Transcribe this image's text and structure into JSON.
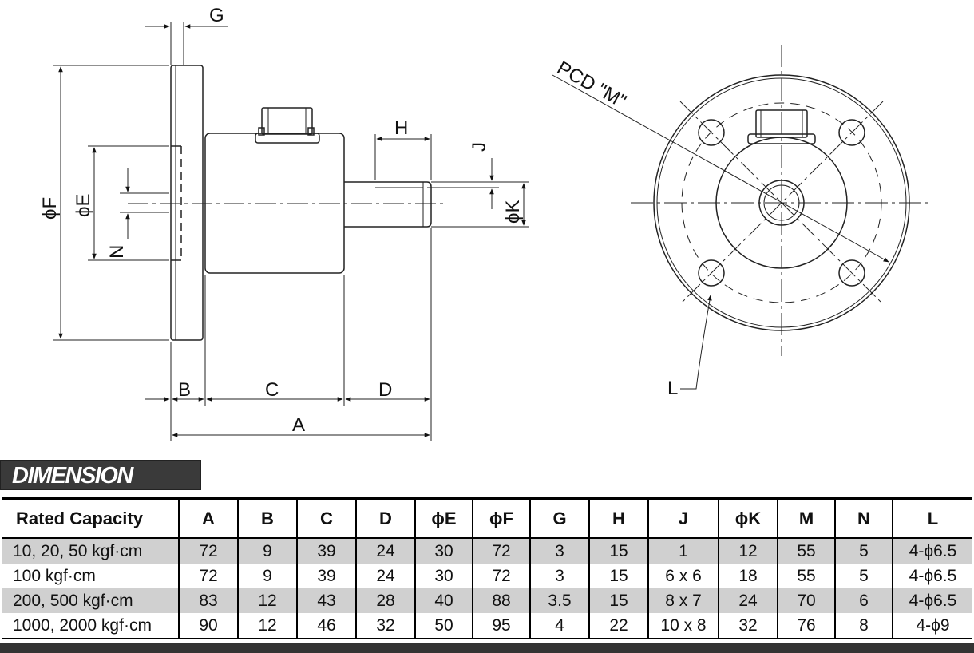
{
  "drawing": {
    "side_view_labels": {
      "g": "G",
      "f": "ϕF",
      "e": "ϕE",
      "n": "N",
      "h": "H",
      "j": "J",
      "k": "ϕK",
      "a": "A",
      "b": "B",
      "c": "C",
      "d": "D"
    },
    "front_view_labels": {
      "pcd": "PCD \"M\"",
      "l": "L"
    }
  },
  "section": {
    "title": "DIMENSION"
  },
  "table": {
    "headers": [
      "Rated Capacity",
      "A",
      "B",
      "C",
      "D",
      "ϕE",
      "ϕF",
      "G",
      "H",
      "J",
      "ϕK",
      "M",
      "N",
      "L"
    ],
    "rows": [
      [
        "10, 20, 50 kgf·cm",
        "72",
        "9",
        "39",
        "24",
        "30",
        "72",
        "3",
        "15",
        "1",
        "12",
        "55",
        "5",
        "4-ϕ6.5"
      ],
      [
        "100 kgf·cm",
        "72",
        "9",
        "39",
        "24",
        "30",
        "72",
        "3",
        "15",
        "6 x 6",
        "18",
        "55",
        "5",
        "4-ϕ6.5"
      ],
      [
        "200, 500 kgf·cm",
        "83",
        "12",
        "43",
        "28",
        "40",
        "88",
        "3.5",
        "15",
        "8 x 7",
        "24",
        "70",
        "6",
        "4-ϕ6.5"
      ],
      [
        "1000, 2000 kgf·cm",
        "90",
        "12",
        "46",
        "32",
        "50",
        "95",
        "4",
        "22",
        "10 x 8",
        "32",
        "76",
        "8",
        "4-ϕ9"
      ]
    ]
  }
}
